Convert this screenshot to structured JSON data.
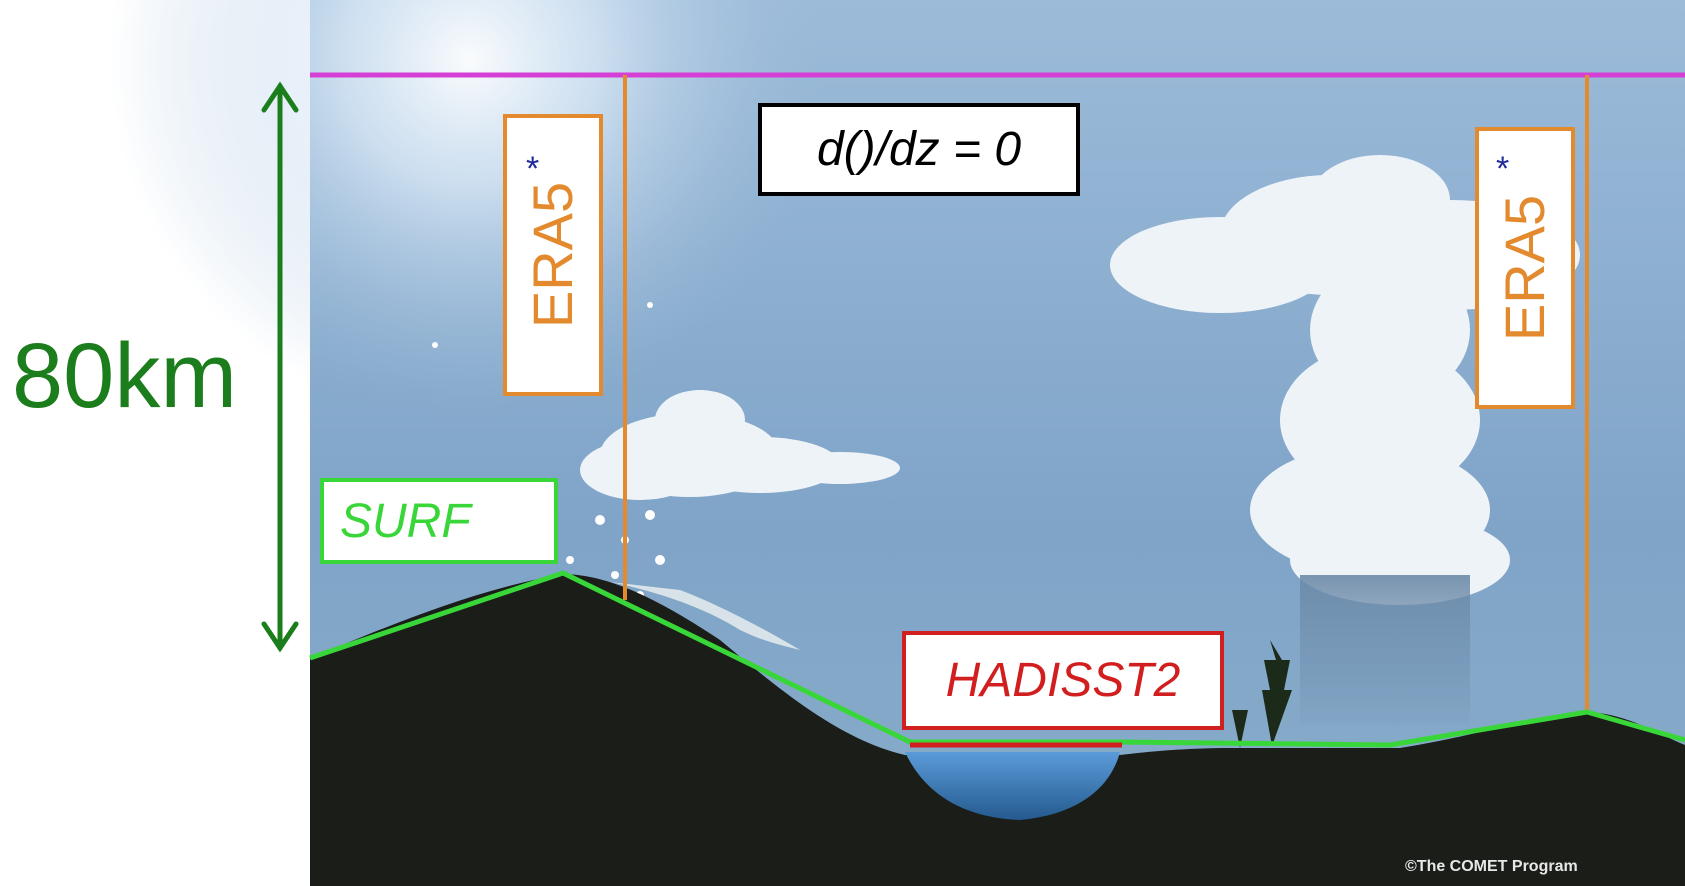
{
  "height_label": "80km",
  "left_model_label": "ERA5",
  "left_model_marker": "*",
  "right_model_label": "ERA5",
  "right_model_marker": "*",
  "top_boundary_condition": "d()/dz = 0",
  "surface_label": "SURF",
  "sea_surface_label": "HADISST2",
  "image_credit": "©The COMET Program",
  "colors": {
    "height_arrow": "#1b7d1b",
    "model_top_line": "#d63fd6",
    "era5": "#e38a2f",
    "surface": "#39d639",
    "sea_surface": "#d11f1f",
    "asterisk": "#1f2a9a"
  }
}
